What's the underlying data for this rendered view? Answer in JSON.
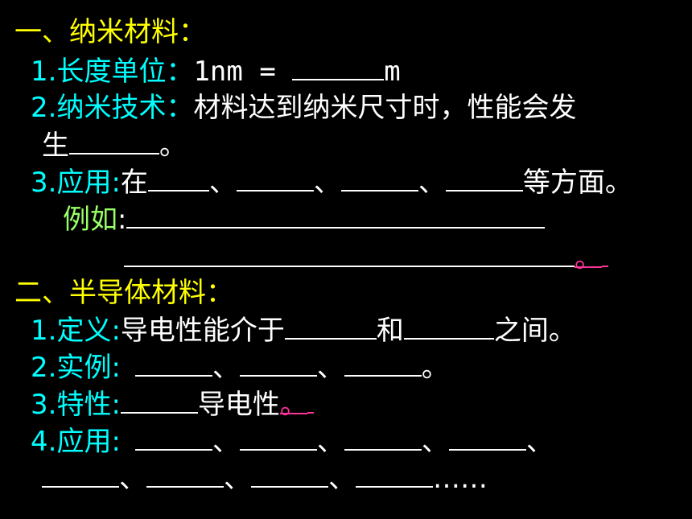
{
  "section1": {
    "heading": "一、纳米材料：",
    "item1": {
      "label": "1.长度单位：",
      "text": "1nm = ",
      "unit": "m"
    },
    "item2": {
      "label": "2.纳米技术：",
      "text": "材料达到纳米尺寸时，性能会发",
      "cont": "生",
      "end": "。"
    },
    "item3": {
      "label": "3.应用",
      "colon": ":",
      "pre": "在",
      "sep": "、",
      "post": "等方面。",
      "example_label": "例如",
      "example_colon": ":",
      "period": "。"
    }
  },
  "section2": {
    "heading": "二、半导体材料：",
    "item1": {
      "label": "1.定义",
      "colon": ":",
      "pre": "导电性能介于",
      "mid": "和",
      "post": "之间。"
    },
    "item2": {
      "label": "2.实例",
      "colon": ":",
      "sep": "、",
      "end": "。"
    },
    "item3": {
      "label": "3.特性",
      "colon": ":",
      "post": "导电性",
      "period": "。"
    },
    "item4": {
      "label": "4.应用",
      "colon": ":",
      "sep": "、",
      "ellipsis": "……"
    }
  },
  "colors": {
    "background": "#000000",
    "heading": "#ffff00",
    "label": "#00ffff",
    "text": "#ffffff",
    "example": "#99ff66",
    "accent": "#ff3399"
  }
}
